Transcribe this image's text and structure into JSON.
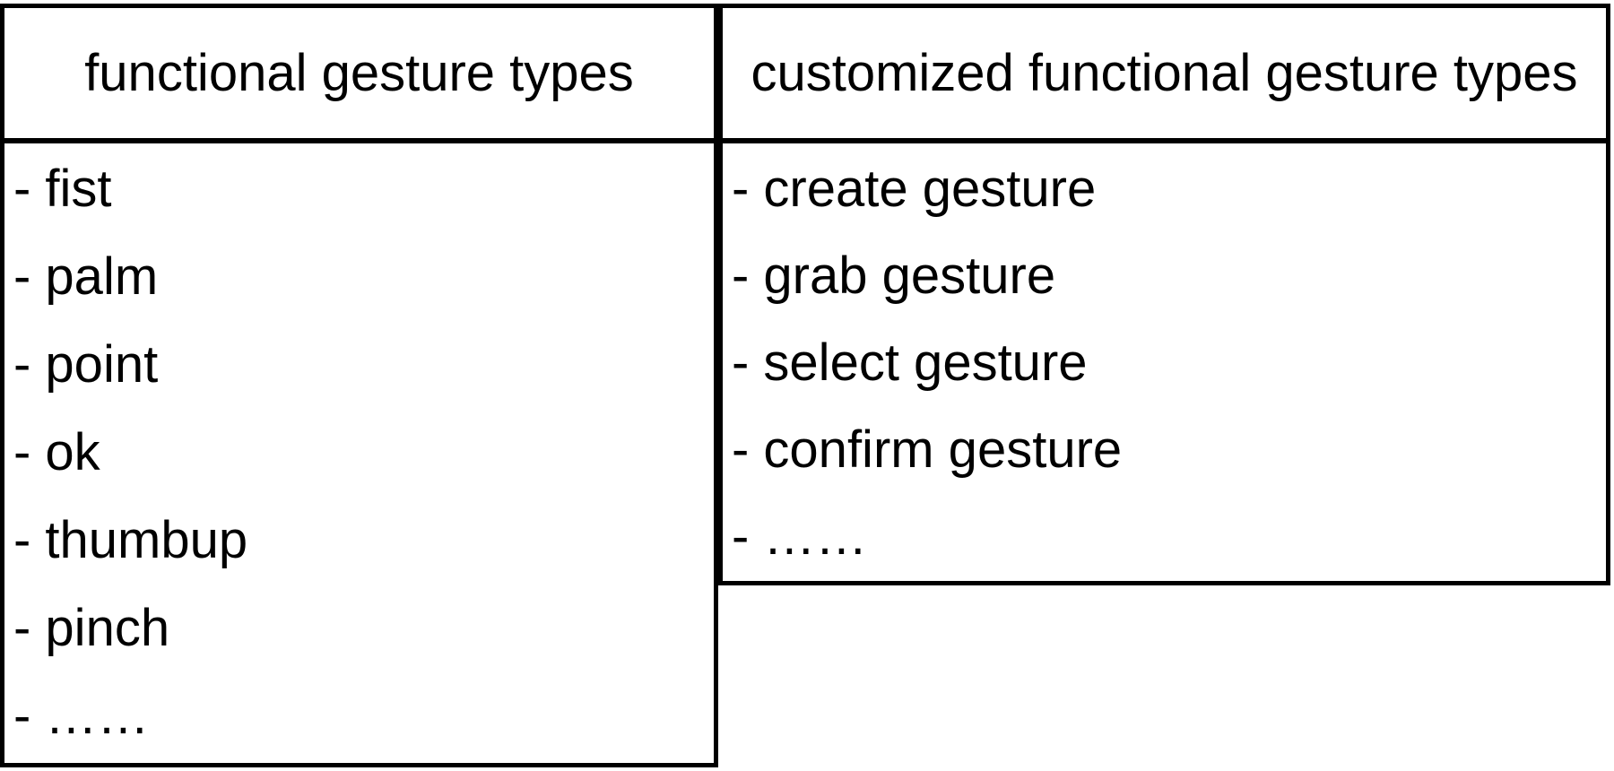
{
  "figure": {
    "left_table": {
      "header": "functional gesture types",
      "items": [
        "- fist",
        "- palm",
        "- point",
        "- ok",
        "- thumbup",
        "- pinch",
        "- ……"
      ]
    },
    "right_table": {
      "header": "customized functional gesture types",
      "items": [
        "- create gesture",
        "- grab gesture",
        "- select gesture",
        "- confirm gesture",
        "- ……"
      ]
    },
    "colors": {
      "background": "#ffffff",
      "border": "#000000",
      "text": "#000000"
    }
  }
}
